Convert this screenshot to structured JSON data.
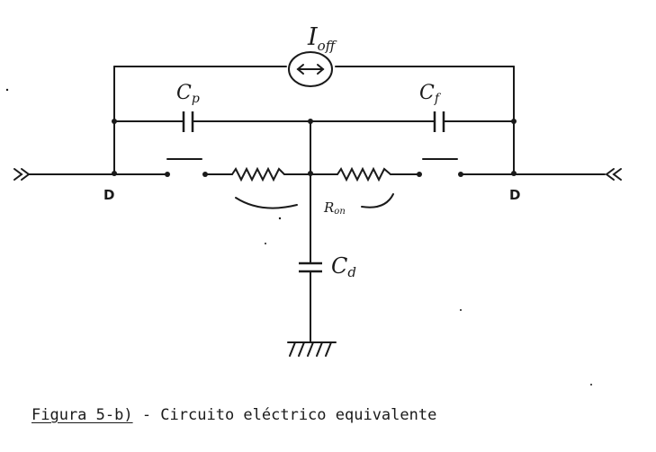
{
  "diagram": {
    "labels": {
      "source_label_main": "I",
      "source_label_sub": "off",
      "cap_left": "C",
      "cap_left_sub": "p",
      "cap_right": "C",
      "cap_right_sub": "f",
      "node_left": "D",
      "node_right": "D",
      "resistor": "R",
      "resistor_sub": "on",
      "cap_bottom": "C",
      "cap_bottom_sub": "d"
    }
  },
  "caption": {
    "figure": "Figura 5-b)",
    "text": " - Circuito eléctrico equivalente"
  }
}
